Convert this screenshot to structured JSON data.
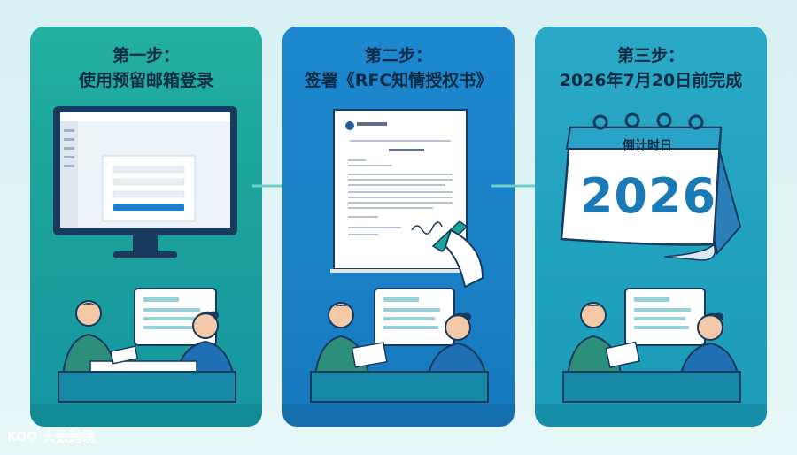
{
  "steps": [
    {
      "title_line1": "第一步：",
      "title_line2": "使用预留邮箱登录"
    },
    {
      "title_line1": "第二步：",
      "title_line2": "签署《RFC知情授权书》"
    },
    {
      "title_line1": "第三步：",
      "title_line2": "2026年7月20日前完成"
    }
  ],
  "calendar": {
    "label": "倒计时日",
    "year": "2026"
  },
  "watermark": {
    "brand": "大数跨境",
    "mark": "KOO"
  },
  "colors": {
    "teal": "#1a9f9a",
    "blue": "#1a80c6",
    "cyan": "#20a1be",
    "navy": "#0d2a45"
  }
}
